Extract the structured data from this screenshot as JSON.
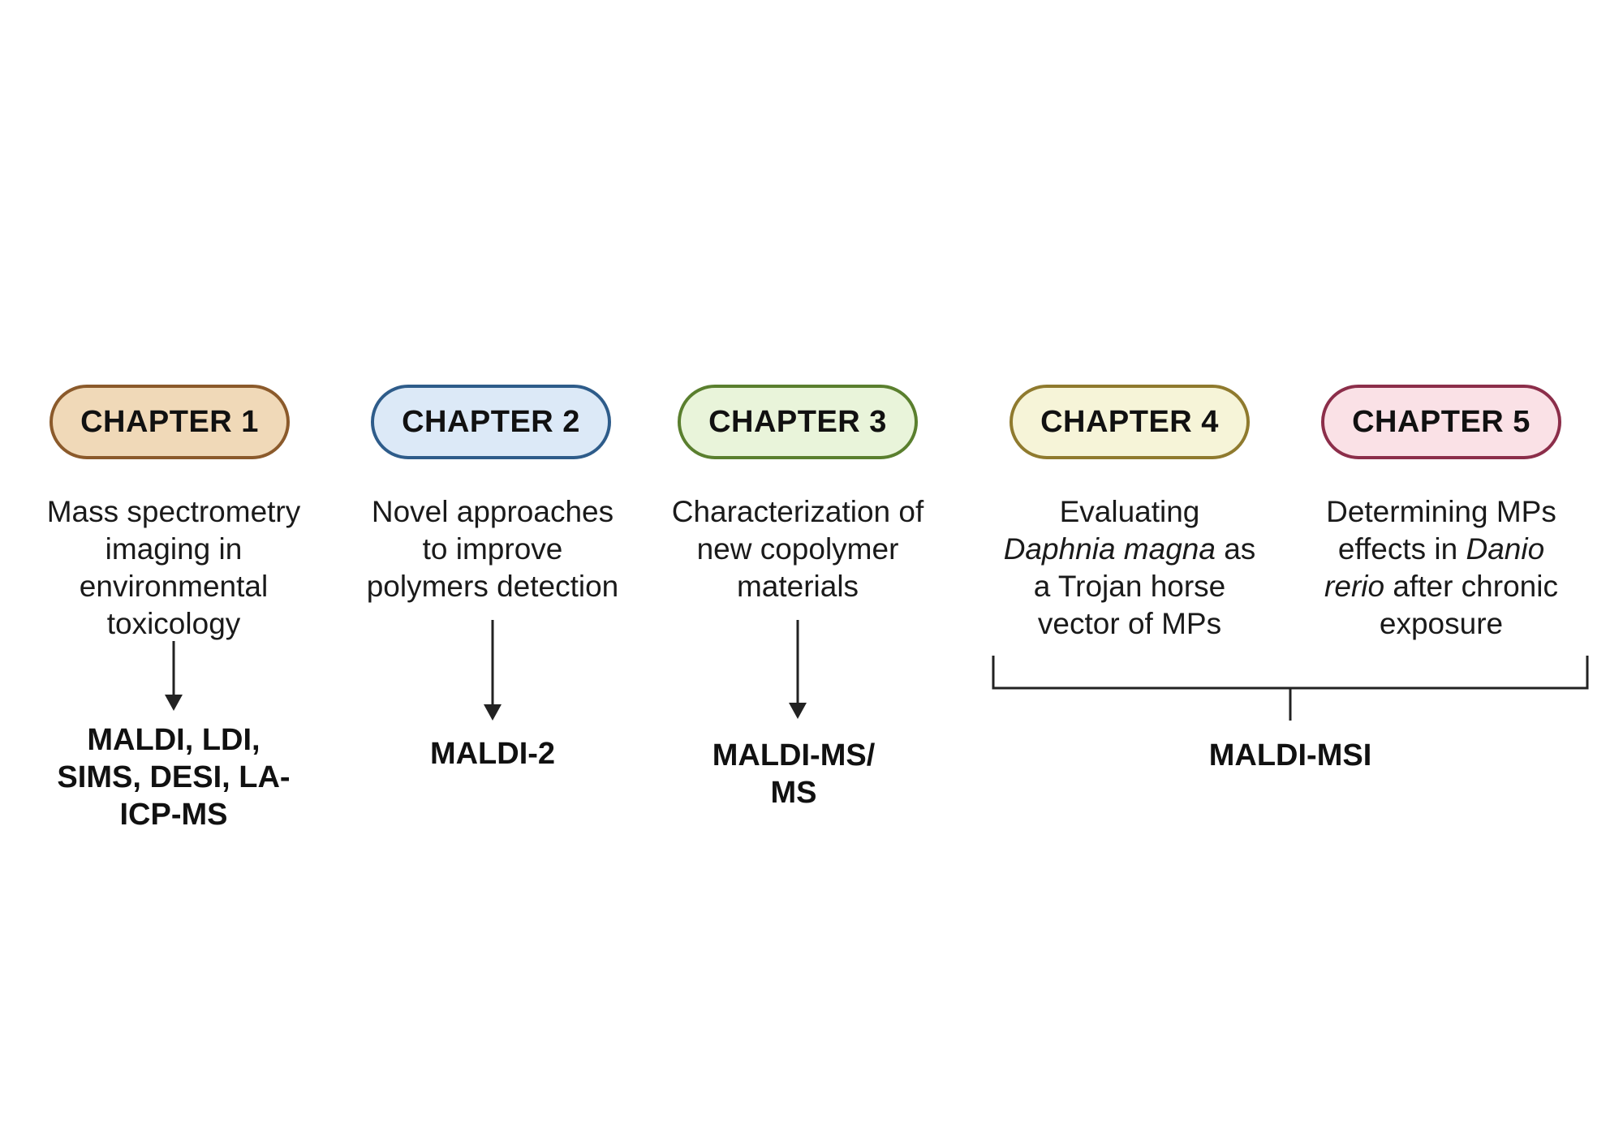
{
  "chapters": [
    {
      "label": "CHAPTER 1",
      "fill": "#f0d9b8",
      "border": "#8b5a2b",
      "description": [
        [
          {
            "text": "Mass spectrometry",
            "italic": false
          }
        ],
        [
          {
            "text": "imaging in",
            "italic": false
          }
        ],
        [
          {
            "text": "environmental",
            "italic": false
          }
        ],
        [
          {
            "text": "toxicology",
            "italic": false
          }
        ]
      ],
      "method": [
        "MALDI, LDI,",
        "SIMS, DESI, LA-",
        "ICP-MS"
      ]
    },
    {
      "label": "CHAPTER 2",
      "fill": "#dce9f7",
      "border": "#2e5c8a",
      "description": [
        [
          {
            "text": "Novel approaches",
            "italic": false
          }
        ],
        [
          {
            "text": "to improve",
            "italic": false
          }
        ],
        [
          {
            "text": "polymers detection",
            "italic": false
          }
        ]
      ],
      "method": [
        "MALDI-2"
      ]
    },
    {
      "label": "CHAPTER 3",
      "fill": "#e9f4da",
      "border": "#5a7f2e",
      "description": [
        [
          {
            "text": "Characterization of",
            "italic": false
          }
        ],
        [
          {
            "text": "new copolymer",
            "italic": false
          }
        ],
        [
          {
            "text": "materials",
            "italic": false
          }
        ]
      ],
      "method": [
        "MALDI-MS/",
        "MS"
      ]
    },
    {
      "label": "CHAPTER 4",
      "fill": "#f6f4d8",
      "border": "#8f7a2e",
      "description": [
        [
          {
            "text": "Evaluating",
            "italic": false
          }
        ],
        [
          {
            "text": "Daphnia magna",
            "italic": true
          },
          {
            "text": " as",
            "italic": false
          }
        ],
        [
          {
            "text": "a Trojan horse",
            "italic": false
          }
        ],
        [
          {
            "text": "vector of MPs",
            "italic": false
          }
        ]
      ]
    },
    {
      "label": "CHAPTER 5",
      "fill": "#fae1e6",
      "border": "#8c2e4a",
      "description": [
        [
          {
            "text": "Determining MPs",
            "italic": false
          }
        ],
        [
          {
            "text": "effects in ",
            "italic": false
          },
          {
            "text": "Danio",
            "italic": true
          }
        ],
        [
          {
            "text": "rerio",
            "italic": true
          },
          {
            "text": " after chronic",
            "italic": false
          }
        ],
        [
          {
            "text": "exposure",
            "italic": false
          }
        ]
      ]
    }
  ],
  "shared_method": [
    "MALDI-MSI"
  ],
  "colors": {
    "text": "#111111",
    "connector": "#222222",
    "background": "#ffffff"
  }
}
